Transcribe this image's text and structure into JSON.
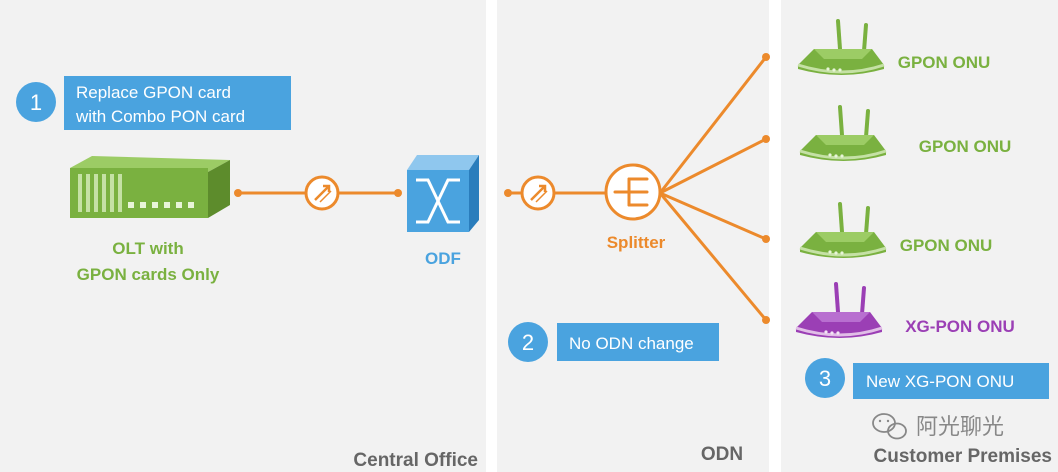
{
  "zones": {
    "central_office": "Central Office",
    "odn": "ODN",
    "customer_premises": "Customer Premises"
  },
  "steps": [
    {
      "number": "1",
      "lines": [
        "Replace GPON card",
        "with Combo PON card"
      ]
    },
    {
      "number": "2",
      "lines": [
        "No ODN change"
      ]
    },
    {
      "number": "3",
      "lines": [
        "New XG-PON ONU"
      ]
    }
  ],
  "olt": {
    "label_lines": [
      "OLT with",
      "GPON cards Only"
    ]
  },
  "odf": {
    "label": "ODF"
  },
  "splitter": {
    "label": "Splitter"
  },
  "onus": [
    {
      "label": "GPON ONU",
      "type": "gpon"
    },
    {
      "label": "GPON ONU",
      "type": "gpon"
    },
    {
      "label": "GPON ONU",
      "type": "gpon"
    },
    {
      "label": "XG-PON ONU",
      "type": "xgpon"
    }
  ],
  "watermark": {
    "text": "阿光聊光"
  },
  "colors": {
    "zone_bg": "#f2f2f2",
    "fiber": "#ec8a2c",
    "callout": "#4aa3df",
    "gpon": "#7ab140",
    "xgpon": "#9b3fb5",
    "odf": "#4aa3df",
    "zone_label": "#666666"
  },
  "icons": {
    "olt": "olt-chassis-icon",
    "odf": "odf-cabinet-icon",
    "connector": "fiber-connector-icon",
    "splitter": "optical-splitter-icon",
    "onu": "router-icon",
    "wechat": "wechat-icon"
  }
}
